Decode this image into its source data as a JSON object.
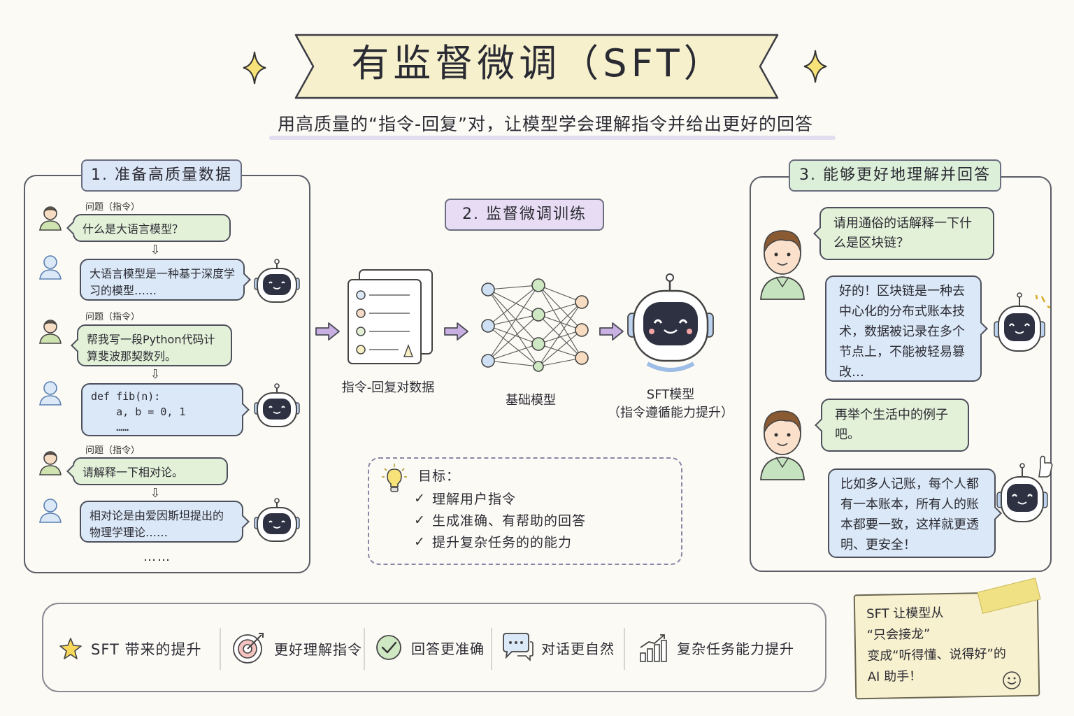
{
  "title": "有监督微调（SFT）",
  "subtitle": "用高质量的“指令-回复”对，让模型学会理解指令并给出更好的回答",
  "section1": {
    "label": "1. 准备高质量数据",
    "q_label": "问题（指令）",
    "q_label_3": "问题（指令）",
    "q1": "什么是大语言模型？",
    "a1": "大语言模型是一种基于深度学习的模型……",
    "q2": "帮我写一段Python代码计算斐波那契数列。",
    "a2_code": "def fib(n):\n    a, b = 0, 1\n    ……",
    "q3": "请解释一下相对论。",
    "a3": "相对论是由爱因斯坦提出的物理学理论……",
    "more": "……"
  },
  "section2": {
    "label": "2. 监督微调训练",
    "data_caption": "指令-回复对数据",
    "model_caption": "基础模型",
    "sft_caption_1": "SFT模型",
    "sft_caption_2": "（指令遵循能力提升）",
    "goal_title": "目标：",
    "goals": [
      "理解用户指令",
      "生成准确、有帮助的回答",
      "提升复杂任务的的能力"
    ]
  },
  "section3": {
    "label": "3. 能够更好地理解并回答",
    "user1": "请用通俗的话解释一下什么是区块链？",
    "bot1": "好的！区块链是一种去中心化的分布式账本技术，数据被记录在多个节点上，不能被轻易篡改…",
    "user2": "再举个生活中的例子吧。",
    "bot2": "比如多人记账，每个人都有一本账本，所有人的账本都要一致，这样就更透明、更安全！"
  },
  "benefits": {
    "title": "SFT 带来的提升",
    "items": [
      "更好理解指令",
      "回答更准确",
      "对话更自然",
      "复杂任务能力提升"
    ]
  },
  "note": {
    "line1": "SFT 让模型从",
    "line2": "“只会接龙”",
    "line3": "变成“听得懂、说得好”的",
    "line4": "AI 助手！"
  },
  "colors": {
    "banner": "#f6f1cc",
    "blue_bubble": "#dbe8f7",
    "green_bubble": "#e3f1d8",
    "purple_label": "#e7dcf3",
    "arrow": "#c9b0e3"
  }
}
